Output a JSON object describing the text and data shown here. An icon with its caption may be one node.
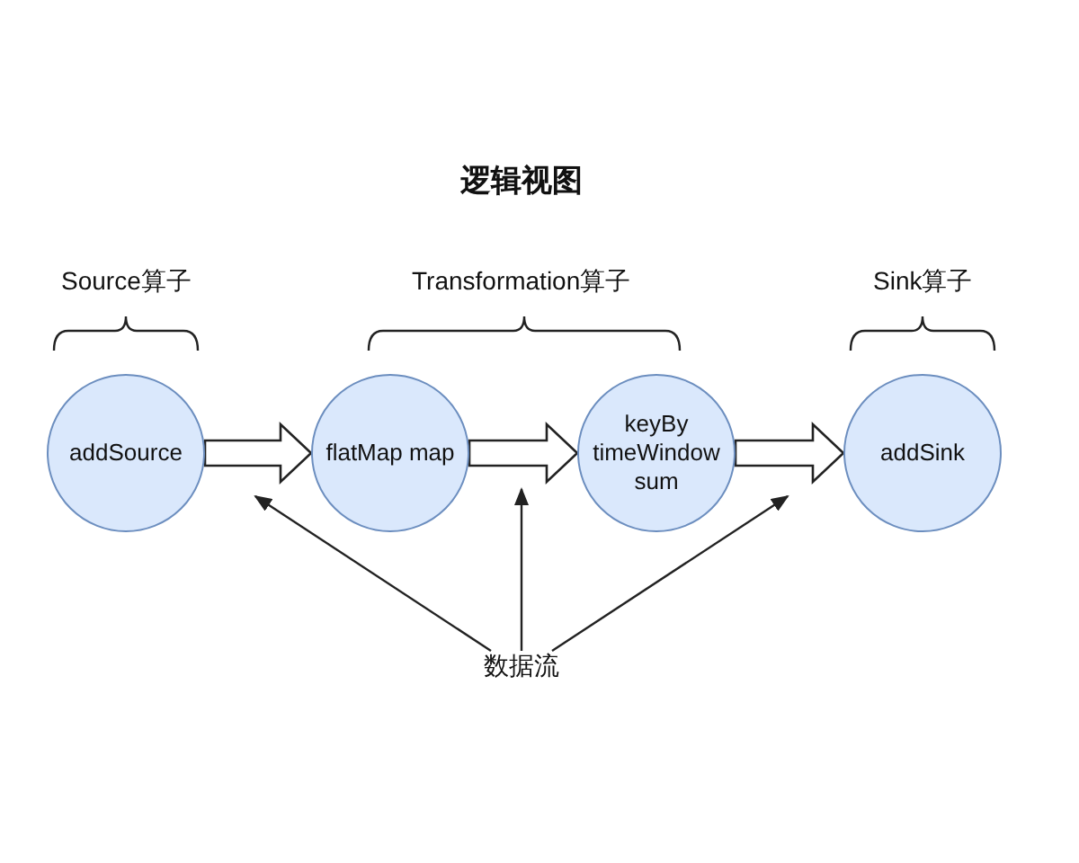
{
  "diagram": {
    "title": "逻辑视图",
    "nodes": [
      {
        "text": [
          "addSource"
        ]
      },
      {
        "text": [
          "flatMap map"
        ]
      },
      {
        "text": [
          "keyBy timeWindow sum"
        ]
      },
      {
        "text": [
          "addSink"
        ]
      },
      {
        "text": [
          "数据流"
        ]
      }
    ],
    "edges": [
      {
        "from": 0,
        "to": 1,
        "arrow": "to"
      },
      {
        "from": 1,
        "to": 2,
        "arrow": "to"
      },
      {
        "from": 2,
        "to": 3,
        "arrow": "to"
      },
      {
        "from": 4,
        "to": null,
        "arrow": "to"
      },
      {
        "from": 4,
        "to": null,
        "arrow": "to"
      },
      {
        "from": 4,
        "to": null,
        "arrow": "to"
      }
    ],
    "labels": [
      "Source算子",
      "Transformation算子",
      "Sink算子"
    ]
  }
}
